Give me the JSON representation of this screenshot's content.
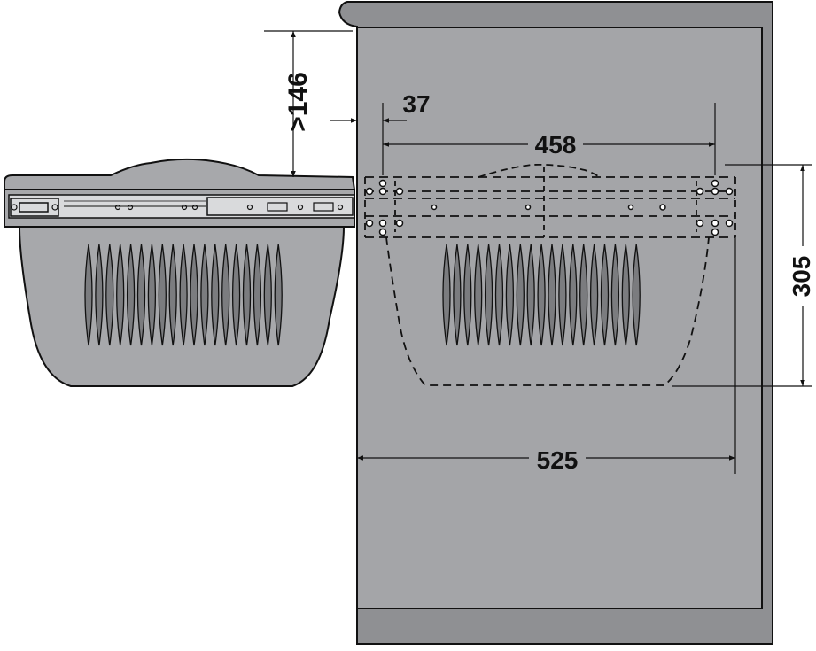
{
  "dimensions": {
    "clearance": ">146",
    "setback": "37",
    "rail_spacing": "458",
    "height": "305",
    "depth": "525"
  },
  "colors": {
    "cabinet_fill": "#8f9093",
    "cabinet_interior": "#a4a5a8",
    "basket_fill": "#a7a8ab",
    "rail_fill": "#d9dadc",
    "slot_fill": "#7b7c7f",
    "line": "#111111"
  }
}
